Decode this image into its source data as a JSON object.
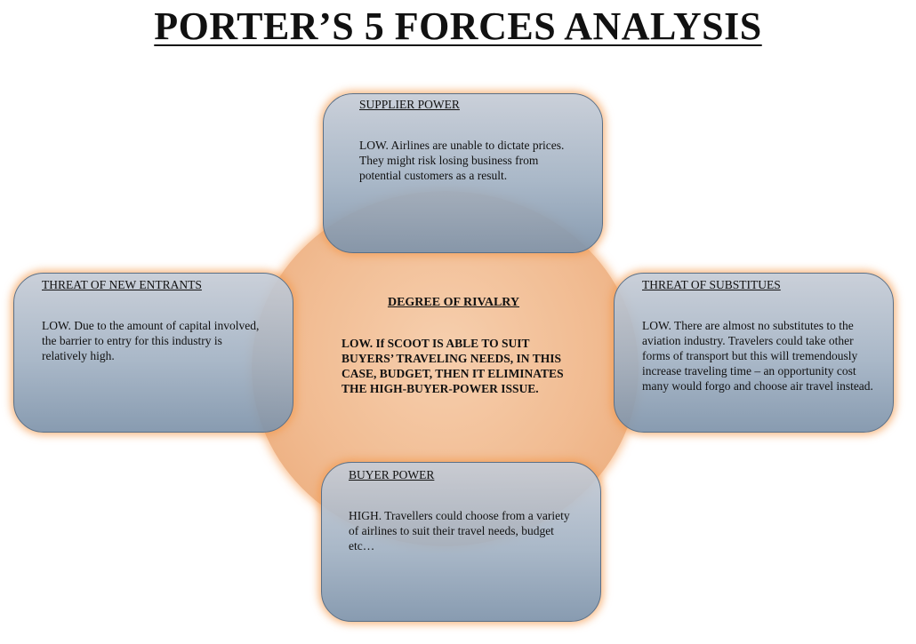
{
  "title": "PORTER’S 5 FORCES ANALYSIS",
  "center": {
    "heading": "DEGREE OF RIVALRY",
    "text": "LOW. If SCOOT IS ABLE TO SUIT BUYERS’ TRAVELING NEEDS, IN THIS CASE, BUDGET, THEN IT ELIMINATES THE HIGH-BUYER-POWER ISSUE."
  },
  "forces": {
    "supplier_power": {
      "heading": "SUPPLIER POWER",
      "text": "LOW. Airlines are unable to dictate prices. They might risk losing business from potential customers as a result."
    },
    "threat_of_new_entrants": {
      "heading": "THREAT OF NEW ENTRANTS",
      "text": "LOW. Due to the amount of capital involved, the barrier to entry for this industry is relatively high."
    },
    "threat_of_substitutes": {
      "heading": "THREAT OF SUBSTITUES",
      "text": "LOW. There are almost no substitutes to the aviation industry. Travelers could take other forms of transport but this will tremendously increase traveling time – an opportunity cost many would forgo and choose air travel instead."
    },
    "buyer_power": {
      "heading": "BUYER POWER",
      "text": "HIGH. Travellers could choose from a variety of airlines to suit their travel needs, budget etc…"
    }
  },
  "colors": {
    "center_fill": "#f1bb91",
    "box_fill": "#a0b0c2",
    "glow": "#f59646"
  }
}
